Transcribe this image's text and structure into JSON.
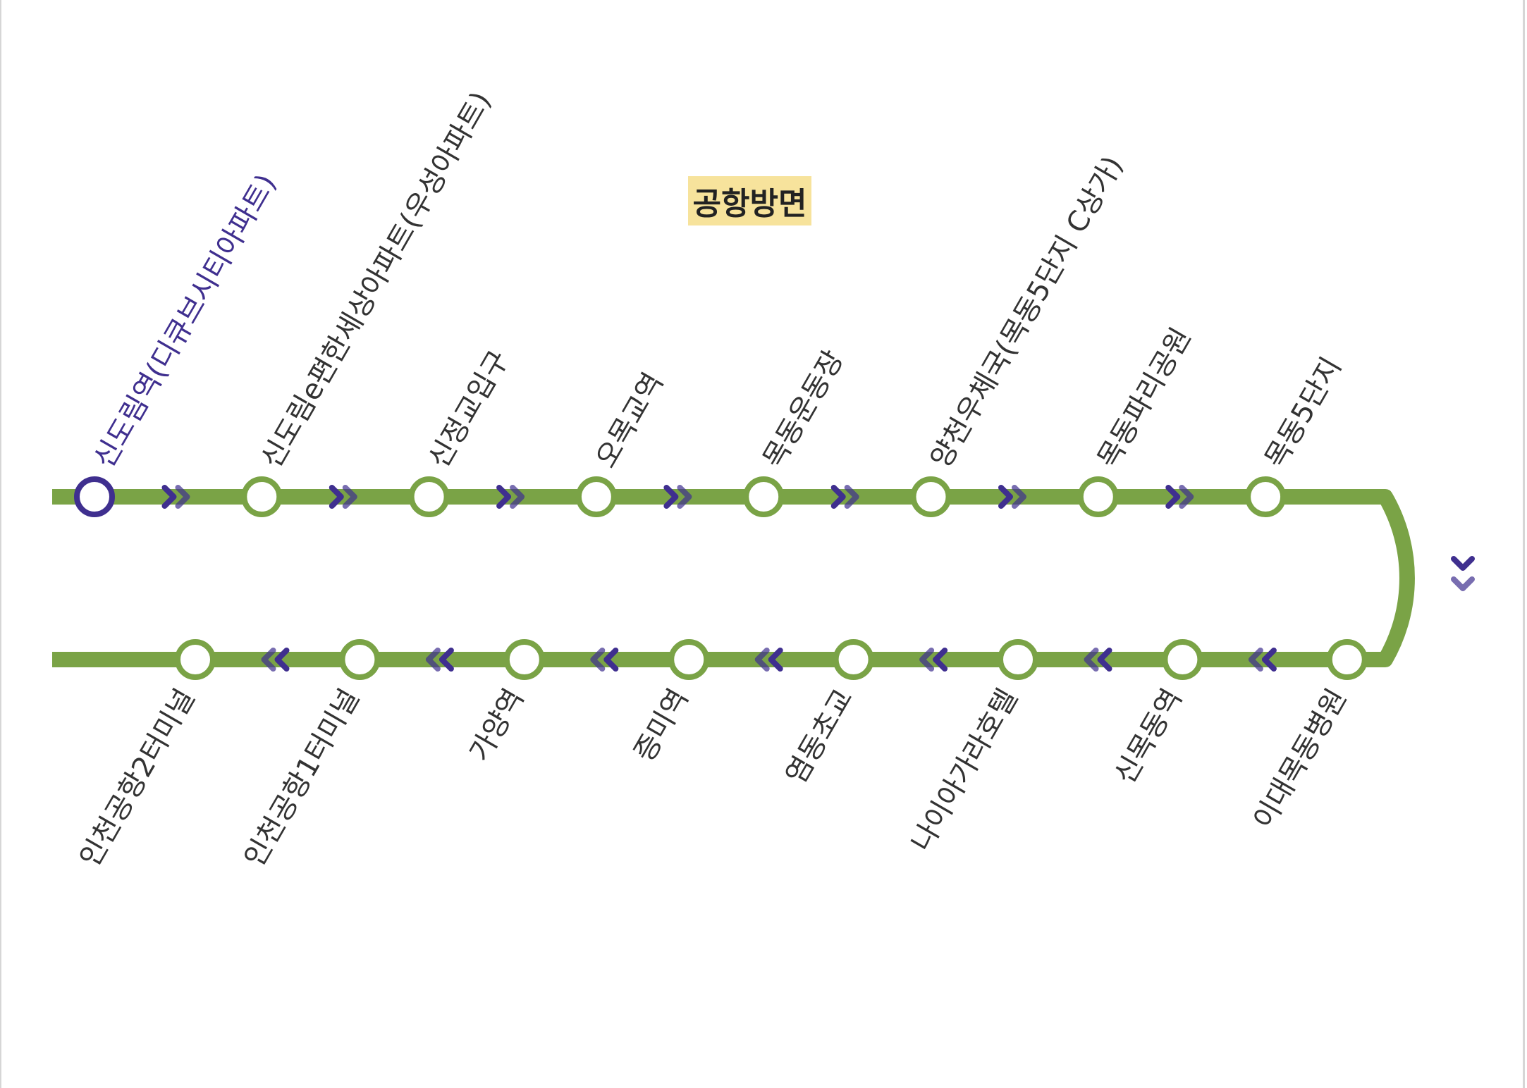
{
  "direction_label": "공항방면",
  "colors": {
    "line": "#7aa346",
    "current": "#3f2f8f",
    "arrow": "#3f2f8f",
    "badge_bg": "#f7e39c",
    "text": "#333333"
  },
  "top_row_stations": [
    {
      "name": "신도림역(디큐브시티아파트)",
      "current": true
    },
    {
      "name": "신도림e편한세상아파트(우성아파트)",
      "current": false
    },
    {
      "name": "신정교입구",
      "current": false
    },
    {
      "name": "오목교역",
      "current": false
    },
    {
      "name": "목동운동장",
      "current": false
    },
    {
      "name": "양천우체국(목동5단지 C상가)",
      "current": false
    },
    {
      "name": "목동파리공원",
      "current": false
    },
    {
      "name": "목동5단지",
      "current": false
    }
  ],
  "bottom_row_stations": [
    {
      "name": "인천공항2터미널"
    },
    {
      "name": "인천공항1터미널"
    },
    {
      "name": "가양역"
    },
    {
      "name": "증미역"
    },
    {
      "name": "염동초교"
    },
    {
      "name": "나이아가라호텔"
    },
    {
      "name": "신목동역"
    },
    {
      "name": "이대목동병원"
    }
  ],
  "arrow_icon": "double-chevron-icon"
}
